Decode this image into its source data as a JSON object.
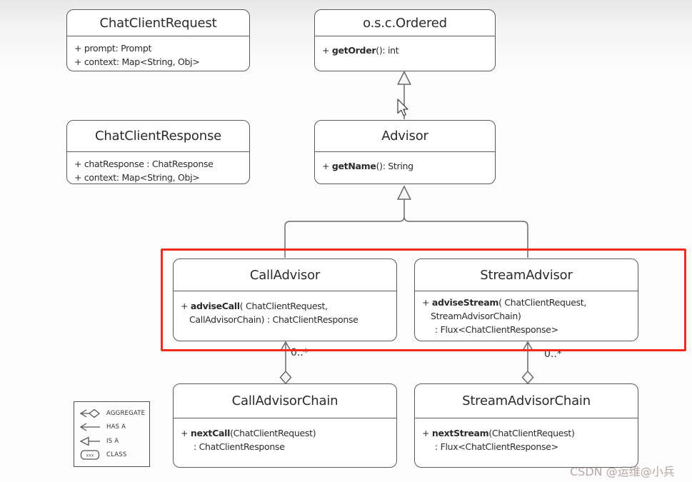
{
  "colors": {
    "highlight_red": "#ee2b1d",
    "connector_line": "#6a6a6a",
    "box_border": "#5b5b5b"
  },
  "classes": {
    "chatClientRequest": {
      "title": "ChatClientRequest",
      "members": [
        {
          "pre": "+ prompt: Prompt"
        },
        {
          "pre": "+ context: Map<String, Obj>"
        }
      ]
    },
    "ordered": {
      "title": "o.s.c.Ordered",
      "members": [
        {
          "pre": "+ ",
          "bold": "getOrder",
          "post": "(): int"
        }
      ]
    },
    "chatClientResponse": {
      "title": "ChatClientResponse",
      "members": [
        {
          "pre": "+ chatResponse : ChatResponse"
        },
        {
          "pre": "+ context: Map<String, Obj>"
        }
      ]
    },
    "advisor": {
      "title": "Advisor",
      "members": [
        {
          "pre": "+ ",
          "bold": "getName",
          "post": "(): String"
        }
      ]
    },
    "callAdvisor": {
      "title": "CallAdvisor",
      "members": [
        {
          "pre": "+ ",
          "bold": "adviseCall",
          "post": "( ChatClientRequest,"
        },
        {
          "pre": "CallAdvisorChain) : ChatClientResponse"
        }
      ]
    },
    "streamAdvisor": {
      "title": "StreamAdvisor",
      "members": [
        {
          "pre": "+ ",
          "bold": "adviseStream",
          "post": "( ChatClientRequest,"
        },
        {
          "pre": "StreamAdvisorChain)"
        },
        {
          "pre": ": Flux<ChatClientResponse>"
        }
      ]
    },
    "callAdvisorChain": {
      "title": "CallAdvisorChain",
      "members": [
        {
          "pre": "+ ",
          "bold": "nextCall",
          "post": "(ChatClientRequest)"
        },
        {
          "pre": ": ChatClientResponse"
        }
      ]
    },
    "streamAdvisorChain": {
      "title": "StreamAdvisorChain",
      "members": [
        {
          "pre": "+ ",
          "bold": "nextStream",
          "post": "(ChatClientRequest)"
        },
        {
          "pre": ": Flux<ChatClientResponse>"
        }
      ]
    }
  },
  "multiplicity": {
    "call_chain": "0..*",
    "stream_chain": "0..*"
  },
  "legend": {
    "items": [
      {
        "label": "AGGREGATE"
      },
      {
        "label": "HAS A"
      },
      {
        "label": "IS A"
      },
      {
        "label": "CLASS",
        "box_text": "xxx"
      }
    ]
  },
  "watermark": "CSDN @运维@小兵"
}
